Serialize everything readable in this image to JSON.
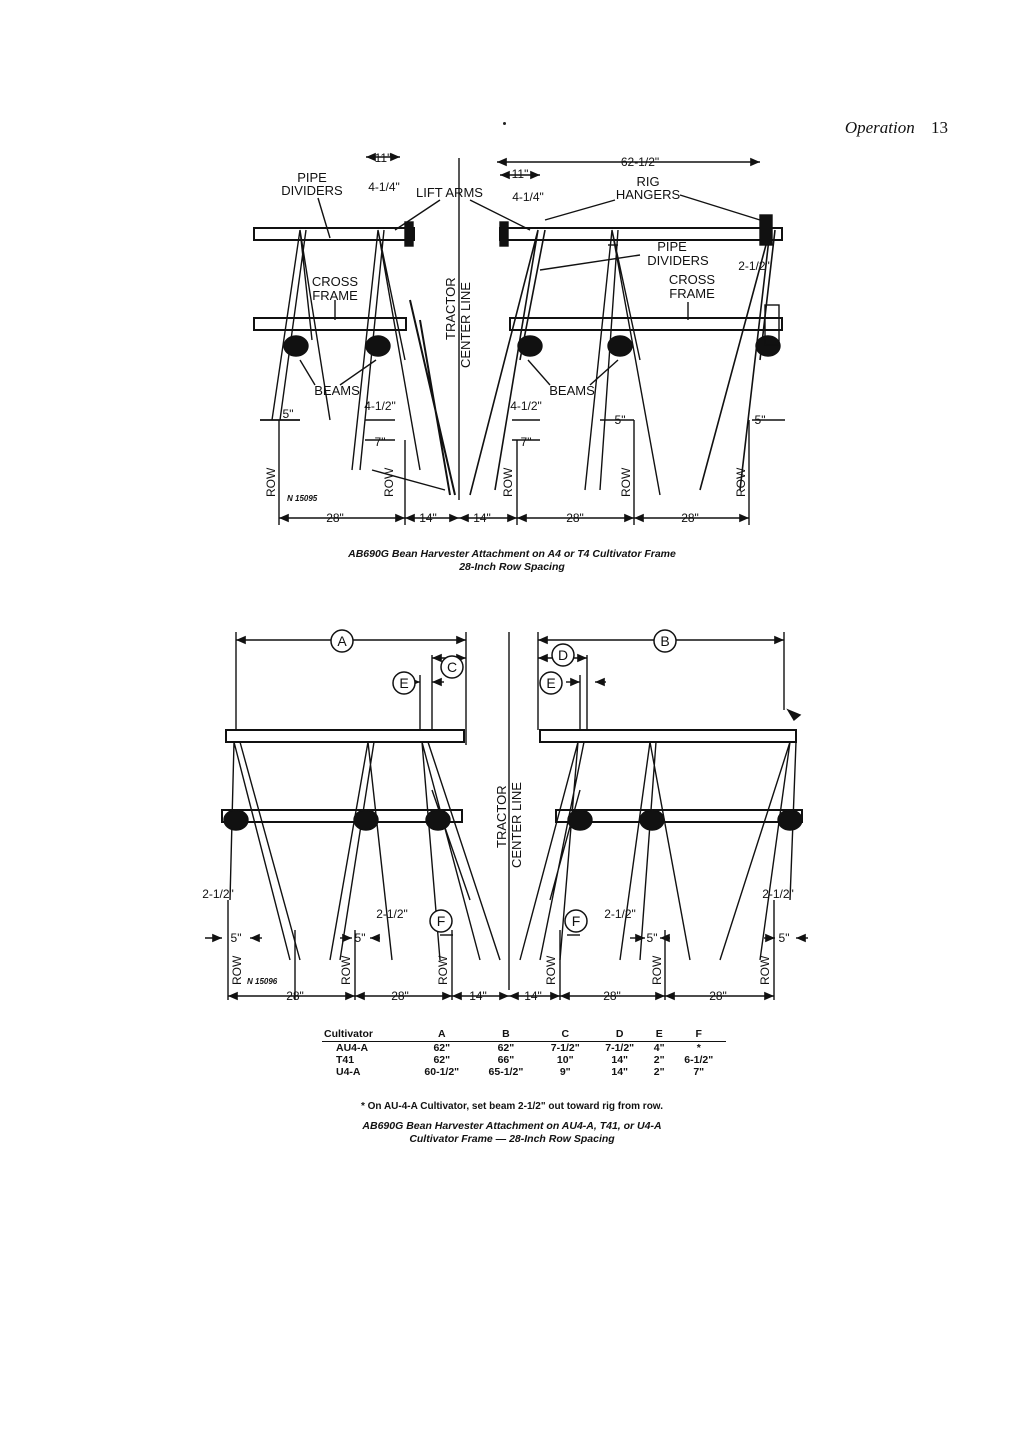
{
  "header": {
    "section": "Operation",
    "page_number": "13"
  },
  "figure1": {
    "labels": {
      "pipe_dividers_left": [
        "PIPE",
        "DIVIDERS"
      ],
      "lift_arms": "LIFT  ARMS",
      "rig_hangers": [
        "RIG",
        "HANGERS"
      ],
      "pipe_dividers_right": [
        "PIPE",
        "DIVIDERS"
      ],
      "cross_frame_left": [
        "CROSS",
        "FRAME"
      ],
      "cross_frame_right": [
        "CROSS",
        "FRAME"
      ],
      "beams_left": "BEAMS",
      "beams_right": "BEAMS",
      "tractor_center_line": [
        "TRACTOR",
        "CENTER LINE"
      ],
      "row": "ROW",
      "figure_number": "N 15095"
    },
    "dims": {
      "d11_left": "11\"",
      "d4_1_4_left": "4-1/4\"",
      "d11_right": "11\"",
      "d4_1_4_right": "4-1/4\"",
      "d62_1_2": "62-1/2\"",
      "d2_1_2": "2-1/2\"",
      "d5_left": "5\"",
      "d4_1_2_left": "4-1/2\"",
      "d7_left": "7\"",
      "d4_1_2_right": "4-1/2\"",
      "d7_right": "7\"",
      "d5_mid": "5\"",
      "d5_right": "5\"",
      "bottom": [
        "28\"",
        "14\"",
        "14\"",
        "28\"",
        "28\""
      ]
    },
    "caption": [
      "AB690G Bean Harvester Attachment on A4 or T4 Cultivator Frame",
      "28-Inch Row Spacing"
    ]
  },
  "figure2": {
    "labels": {
      "tractor_center_line": [
        "TRACTOR",
        "CENTER LINE"
      ],
      "row": "ROW",
      "figure_number": "N 15096",
      "A": "A",
      "B": "B",
      "C": "C",
      "D": "D",
      "E": "E",
      "F": "F"
    },
    "dims": {
      "d2_1_2_a": "2-1/2\"",
      "d2_1_2_b": "2-1/2\"",
      "d2_1_2_c": "2-1/2\"",
      "d2_1_2_d": "2-1/2\"",
      "d5_a": "5\"",
      "d5_b": "5\"",
      "d5_c": "5\"",
      "d5_d": "5\"",
      "bottom": [
        "28\"",
        "28\"",
        "14\"",
        "14\"",
        "28\"",
        "28\""
      ]
    },
    "table": {
      "headers": [
        "Cultivator",
        "A",
        "B",
        "C",
        "D",
        "E",
        "F"
      ],
      "rows": [
        [
          "AU4-A",
          "62\"",
          "62\"",
          "7-1/2\"",
          "7-1/2\"",
          "4\"",
          "*"
        ],
        [
          "T41",
          "62\"",
          "66\"",
          "10\"",
          "14\"",
          "2\"",
          "6-1/2\""
        ],
        [
          "U4-A",
          "60-1/2\"",
          "65-1/2\"",
          "9\"",
          "14\"",
          "2\"",
          "7\""
        ]
      ]
    },
    "note": "* On AU-4-A Cultivator, set beam 2-1/2\" out toward rig from row.",
    "caption": [
      "AB690G Bean Harvester Attachment on AU4-A, T41, or U4-A",
      "Cultivator Frame — 28-Inch Row Spacing"
    ]
  }
}
